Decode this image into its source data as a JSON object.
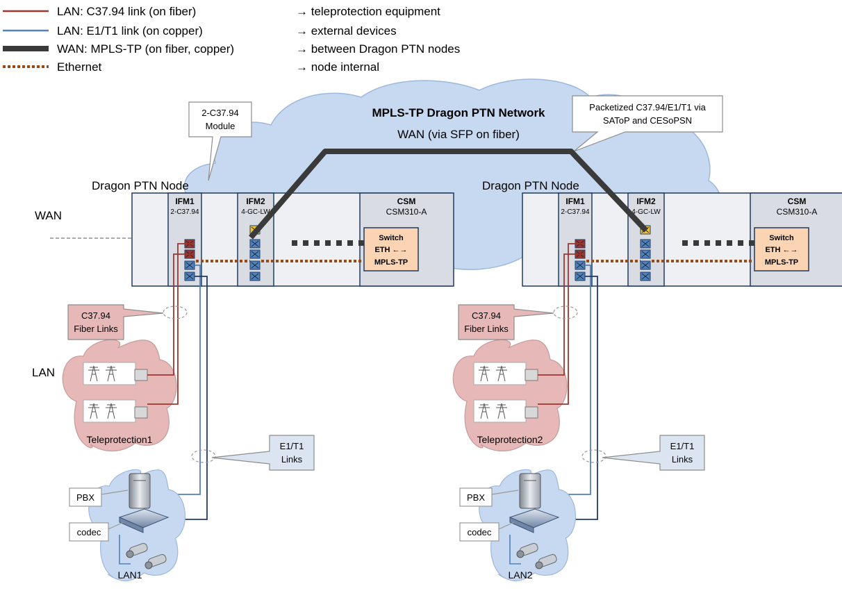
{
  "legend": [
    {
      "label": "LAN: C37.94  link (on fiber)",
      "desc": "→ teleprotection equipment",
      "color": "#a0352e",
      "style": "thin"
    },
    {
      "label": "LAN: E1/T1  link (on copper)",
      "desc": "→ external devices",
      "color": "#4f81bd",
      "style": "thin"
    },
    {
      "label": "WAN: MPLS-TP (on fiber, copper)",
      "desc": "→ between Dragon PTN nodes",
      "color": "#3a3a3a",
      "style": "thick"
    },
    {
      "label": "Ethernet",
      "desc": "→ node internal",
      "color": "#9a4a10",
      "style": "dotted"
    }
  ],
  "cloud": {
    "title": "MPLS-TP Dragon PTN Network",
    "subtitle": "WAN (via SFP on fiber)"
  },
  "callouts": {
    "module": [
      "2-C37.94",
      "Module"
    ],
    "packetized": [
      "Packetized C37.94/E1/T1 via",
      "SAToP and CESoPSN"
    ]
  },
  "side_labels": {
    "wan": "WAN",
    "lan": "LAN"
  },
  "nodes": [
    {
      "title": "Dragon PTN Node",
      "ifm1": {
        "name": "IFM1",
        "type": "2-C37.94"
      },
      "ifm2": {
        "name": "IFM2",
        "type": "4-GC-LW"
      },
      "csm": {
        "name": "CSM",
        "type": "CSM310-A"
      },
      "switch": [
        "Switch",
        "ETH ←→",
        "MPLS-TP"
      ],
      "fiber_callout": [
        "C37.94",
        "Fiber Links"
      ],
      "e1_callout": [
        "E1/T1",
        "Links"
      ],
      "teleprotection": "Teleprotection1",
      "pbx": "PBX",
      "codec": "codec",
      "lan": "LAN1"
    },
    {
      "title": "Dragon PTN Node",
      "ifm1": {
        "name": "IFM1",
        "type": "2-C37.94"
      },
      "ifm2": {
        "name": "IFM2",
        "type": "4-GC-LW"
      },
      "csm": {
        "name": "CSM",
        "type": "CSM310-A"
      },
      "switch": [
        "Switch",
        "ETH ←→",
        "MPLS-TP"
      ],
      "fiber_callout": [
        "C37.94",
        "Fiber Links"
      ],
      "e1_callout": [
        "E1/T1",
        "Links"
      ],
      "teleprotection": "Teleprotection2",
      "pbx": "PBX",
      "codec": "codec",
      "lan": "LAN2"
    }
  ],
  "colors": {
    "c3794": "#a0352e",
    "e1t1": "#4f81bd",
    "wan": "#3a3a3a",
    "ethernet": "#9a4a10",
    "cloud_blue": "#c6d9f1",
    "cloud_pink": "#e6b8b7",
    "switch_fill": "#fbd4b4",
    "chassis": "#eef0f3",
    "port_blue": "#4f81bd",
    "port_red": "#a0352e",
    "port_yellow": "#f2c230"
  }
}
